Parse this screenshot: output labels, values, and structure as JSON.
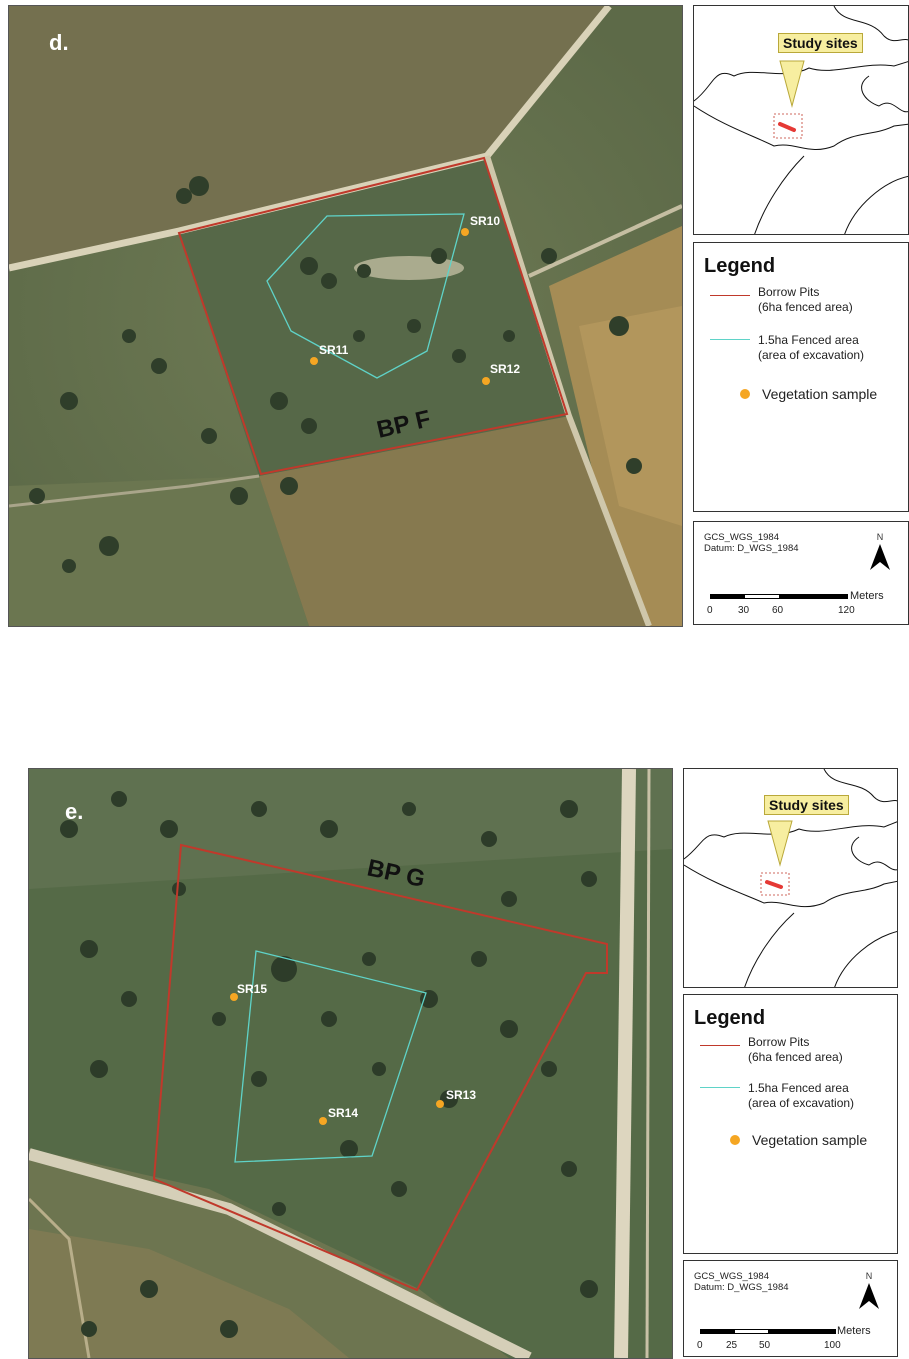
{
  "panels": [
    {
      "letter": "d.",
      "area_label": "BP F",
      "sites": [
        "SR10",
        "SR11",
        "SR12"
      ],
      "callout": "Study sites",
      "legend": {
        "title": "Legend",
        "borrow_pits": "Borrow Pits",
        "borrow_pits_sub": "(6ha fenced area)",
        "fenced": "1.5ha Fenced area",
        "fenced_sub": "(area of excavation)",
        "vegetation": "Vegetation sample"
      },
      "coord_system": "GCS_WGS_1984",
      "datum": "Datum: D_WGS_1984",
      "north": "N",
      "scale_unit": "Meters",
      "scale_ticks": [
        "0",
        "30",
        "60",
        "120"
      ]
    },
    {
      "letter": "e.",
      "area_label": "BP G",
      "sites": [
        "SR13",
        "SR14",
        "SR15"
      ],
      "callout": "Study sites",
      "legend": {
        "title": "Legend",
        "borrow_pits": "Borrow Pits",
        "borrow_pits_sub": "(6ha fenced area)",
        "fenced": "1.5ha Fenced area",
        "fenced_sub": "(area of excavation)",
        "vegetation": "Vegetation sample"
      },
      "coord_system": "GCS_WGS_1984",
      "datum": "Datum: D_WGS_1984",
      "north": "N",
      "scale_unit": "Meters",
      "scale_ticks": [
        "0",
        "25",
        "50",
        "100"
      ]
    }
  ],
  "colors": {
    "borrow_pit_line": "#c0392b",
    "fenced_line": "#5fd3c8",
    "sample_dot": "#f5a623"
  }
}
